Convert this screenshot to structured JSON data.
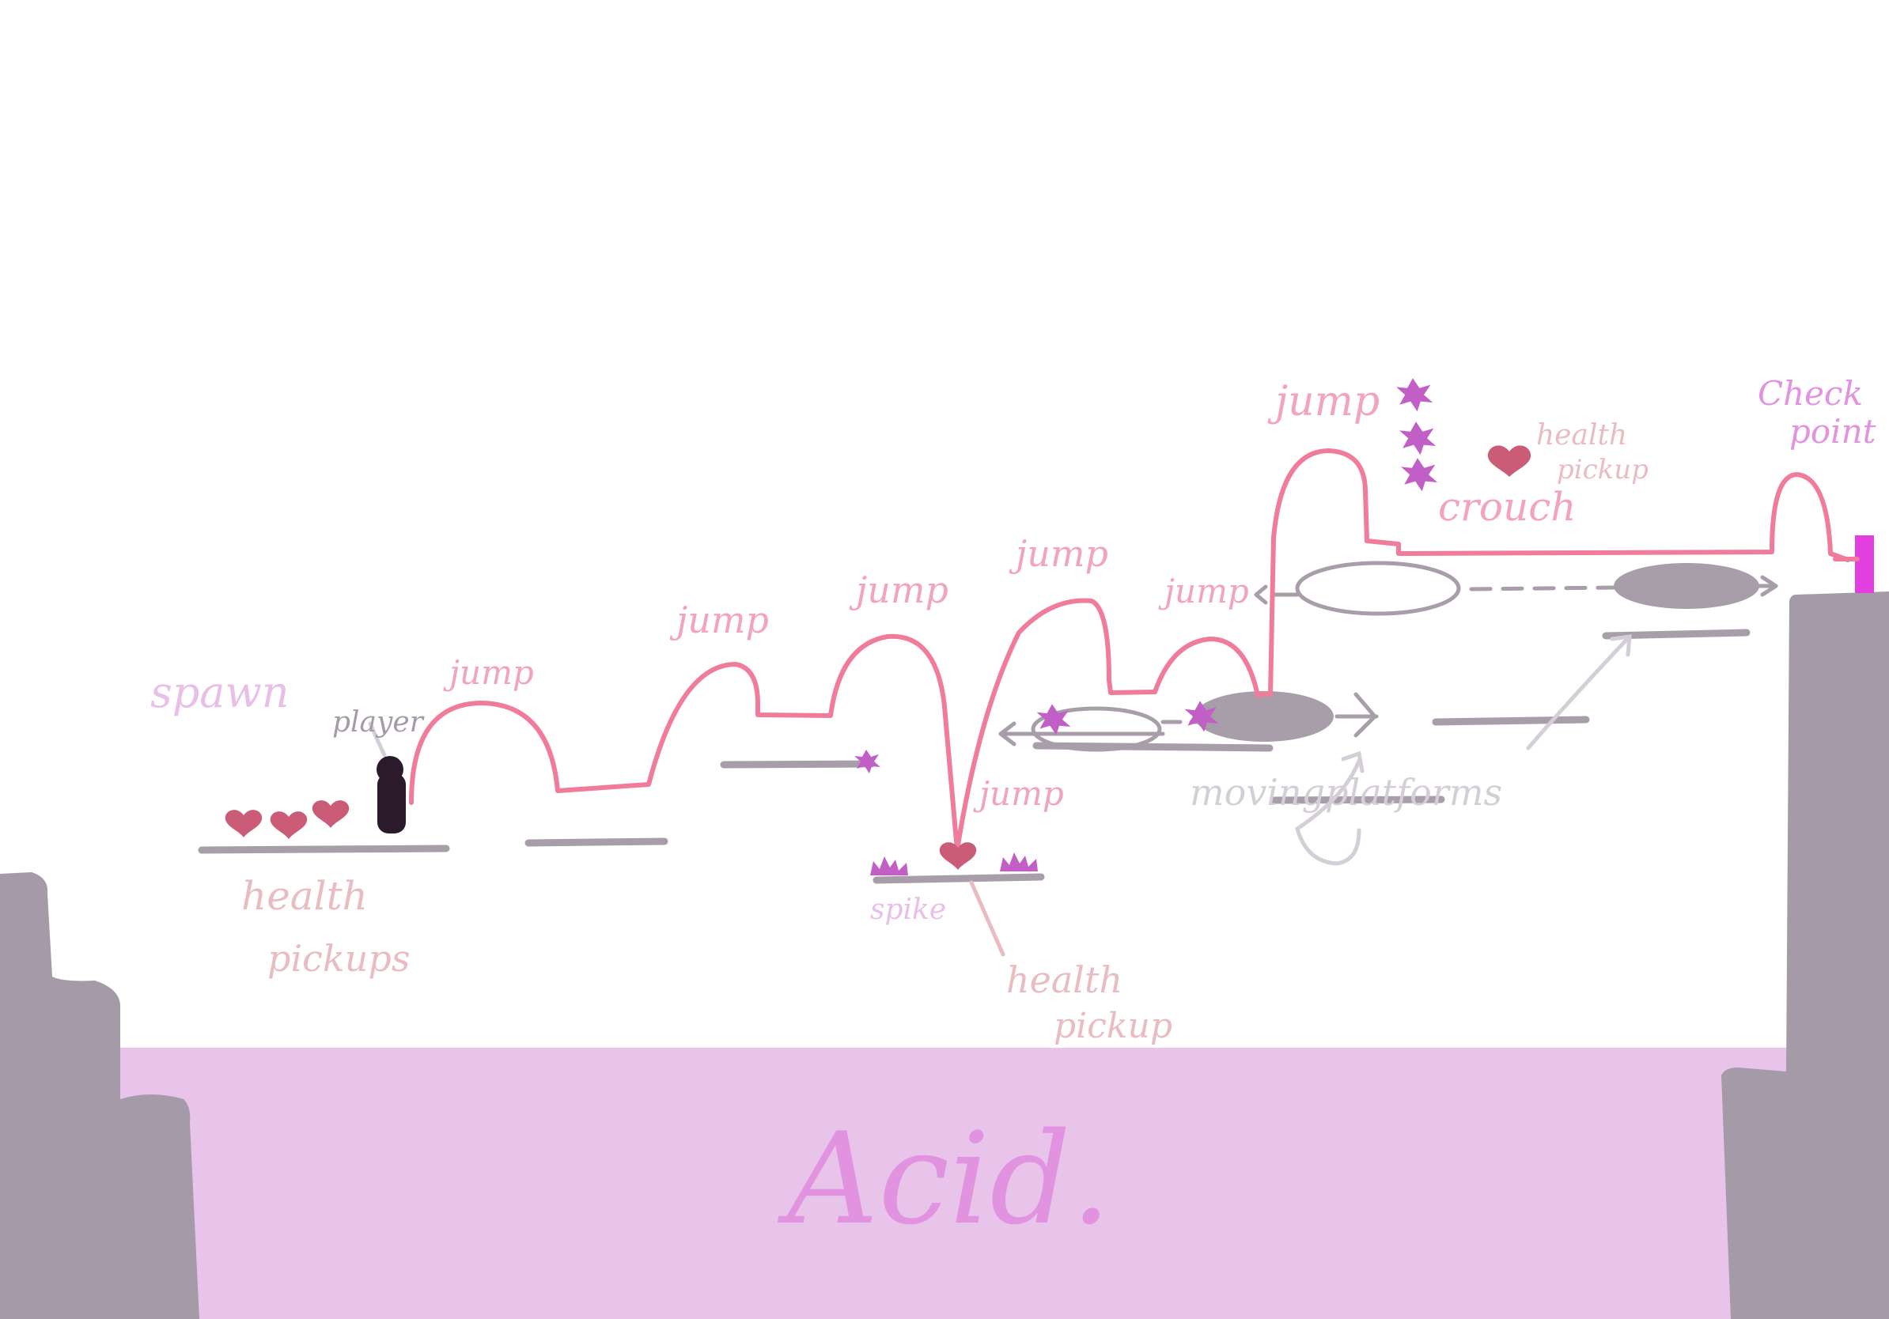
{
  "colors": {
    "background": "#ffffff",
    "acid": "#e8c4ea",
    "acid_text": "#e293e0",
    "cliff": "#a59aa7",
    "platform": "#a89ea9",
    "path": "#f07b9b",
    "heart": "#cb5c78",
    "spike": "#c25fc6",
    "player": "#2b1a2c",
    "checkpoint": "#e23ee0",
    "label_pink": "#f2a3bd",
    "label_lilac": "#e8bfe7",
    "label_rose": "#e9bcc2",
    "label_grey": "#d4cfd6"
  },
  "labels": {
    "spawn": "spawn",
    "player": "player",
    "jump": "jump",
    "health_pickups": "health",
    "health_pickups_2": "pickups",
    "health_pickup": "health",
    "health_pickup_2": "pickup",
    "spike": "spike",
    "crouch": "crouch",
    "moving_platforms": "movingplatforms",
    "checkpoint": "Check",
    "checkpoint_2": "point",
    "acid": "Acid."
  }
}
